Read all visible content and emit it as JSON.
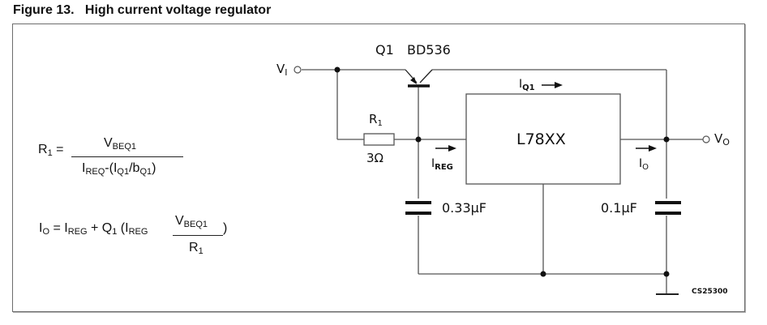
{
  "figure": {
    "number_label": "Figure 13.",
    "title": "High current voltage regulator",
    "code": "CS25300"
  },
  "equations": {
    "r1": {
      "lhs": "R",
      "lhs_sub": "1",
      "equals": " =",
      "numerator": "V",
      "numerator_sub": "BEQ1",
      "denominator_parts": [
        "I",
        "REQ",
        "-(I",
        "Q1",
        "/b",
        "Q1",
        ")"
      ]
    },
    "io": {
      "text_io": "I",
      "sub_io": "O",
      "eq": " = I",
      "sub_reg": "REG",
      "plus_q": " + Q",
      "sub_1": "1",
      "paren_i": " (I",
      "sub_reg2": "REG",
      "numerator": "V",
      "numerator_sub": "BEQ1",
      "close": ")",
      "denominator": "R",
      "denominator_sub": "1"
    }
  },
  "schematic": {
    "input_label": "V",
    "input_sub": "I",
    "output_label": "V",
    "output_sub": "O",
    "transistor": {
      "ref": "Q1",
      "part": "BD536"
    },
    "resistor": {
      "ref": "R",
      "ref_sub": "1",
      "value": "3Ω"
    },
    "regulator": {
      "part": "L78XX"
    },
    "cap_in": {
      "value": "0.33µF"
    },
    "cap_out": {
      "value": "0.1µF"
    },
    "currents": {
      "iq1": {
        "label": "I",
        "sub": "Q1"
      },
      "ireg": {
        "label": "I",
        "sub": "REG"
      },
      "io": {
        "label": "I",
        "sub": "O"
      }
    }
  }
}
